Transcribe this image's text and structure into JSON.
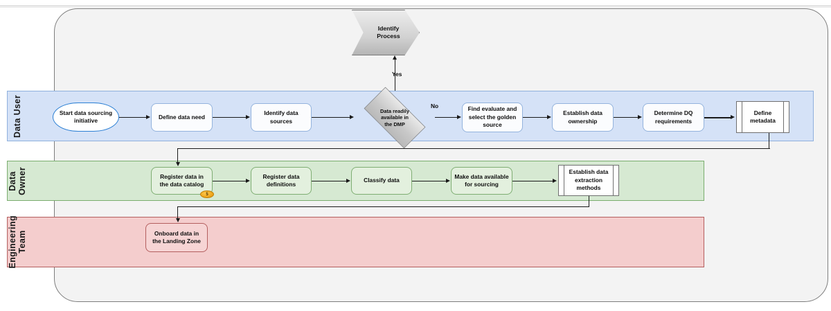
{
  "diagram": {
    "title": "Data sourcing process swimlane flowchart",
    "colors": {
      "lane_user_fill": "#d5e2f7",
      "lane_user_border": "#8fb0dd",
      "lane_owner_fill": "#d6e9d2",
      "lane_owner_border": "#7aad6e",
      "lane_eng_fill": "#f4cdcd",
      "lane_eng_border": "#b45e5e",
      "canvas_fill": "#f3f3f3",
      "badge": "#f0a81f",
      "decision_fill": "#c9c9c9",
      "start_border": "#2b7fd4"
    }
  },
  "lanes": [
    {
      "id": "data-user",
      "label": "Data User"
    },
    {
      "id": "data-owner",
      "label": "Data\nOwner"
    },
    {
      "id": "engineering-team",
      "label": "Engineering\nTeam"
    }
  ],
  "nodes": {
    "identify_process": {
      "label": "Identify\nProcess",
      "shape": "chevron"
    },
    "start": {
      "label": "Start data sourcing\ninitiative",
      "shape": "terminator"
    },
    "define_need": {
      "label": "Define data need",
      "shape": "process"
    },
    "identify_sources": {
      "label": "Identify data\nsources",
      "shape": "process"
    },
    "decision_dmp": {
      "label": "Data readily\navailable in\nthe DMP",
      "shape": "decision"
    },
    "golden_source": {
      "label": "Find evaluate and\nselect the golden\nsource",
      "shape": "process"
    },
    "establish_owner": {
      "label": "Establish data\nownership",
      "shape": "process"
    },
    "determine_dq": {
      "label": "Determine DQ\nrequirements",
      "shape": "process"
    },
    "define_metadata": {
      "label": "Define\nmetadata",
      "shape": "predefined-process"
    },
    "register_catalog": {
      "label": "Register data in\nthe data catalog",
      "shape": "process",
      "badge": "5"
    },
    "register_defs": {
      "label": "Register data\ndefinitions",
      "shape": "process"
    },
    "classify_data": {
      "label": "Classify data",
      "shape": "process"
    },
    "make_available": {
      "label": "Make data available\nfor sourcing",
      "shape": "process"
    },
    "extraction_methods": {
      "label": "Establish data\nextraction\nmethods",
      "shape": "predefined-process"
    },
    "onboard_landing": {
      "label": "Onboard data in\nthe Landing Zone",
      "shape": "process"
    }
  },
  "edge_labels": {
    "yes": "Yes",
    "no": "No"
  }
}
